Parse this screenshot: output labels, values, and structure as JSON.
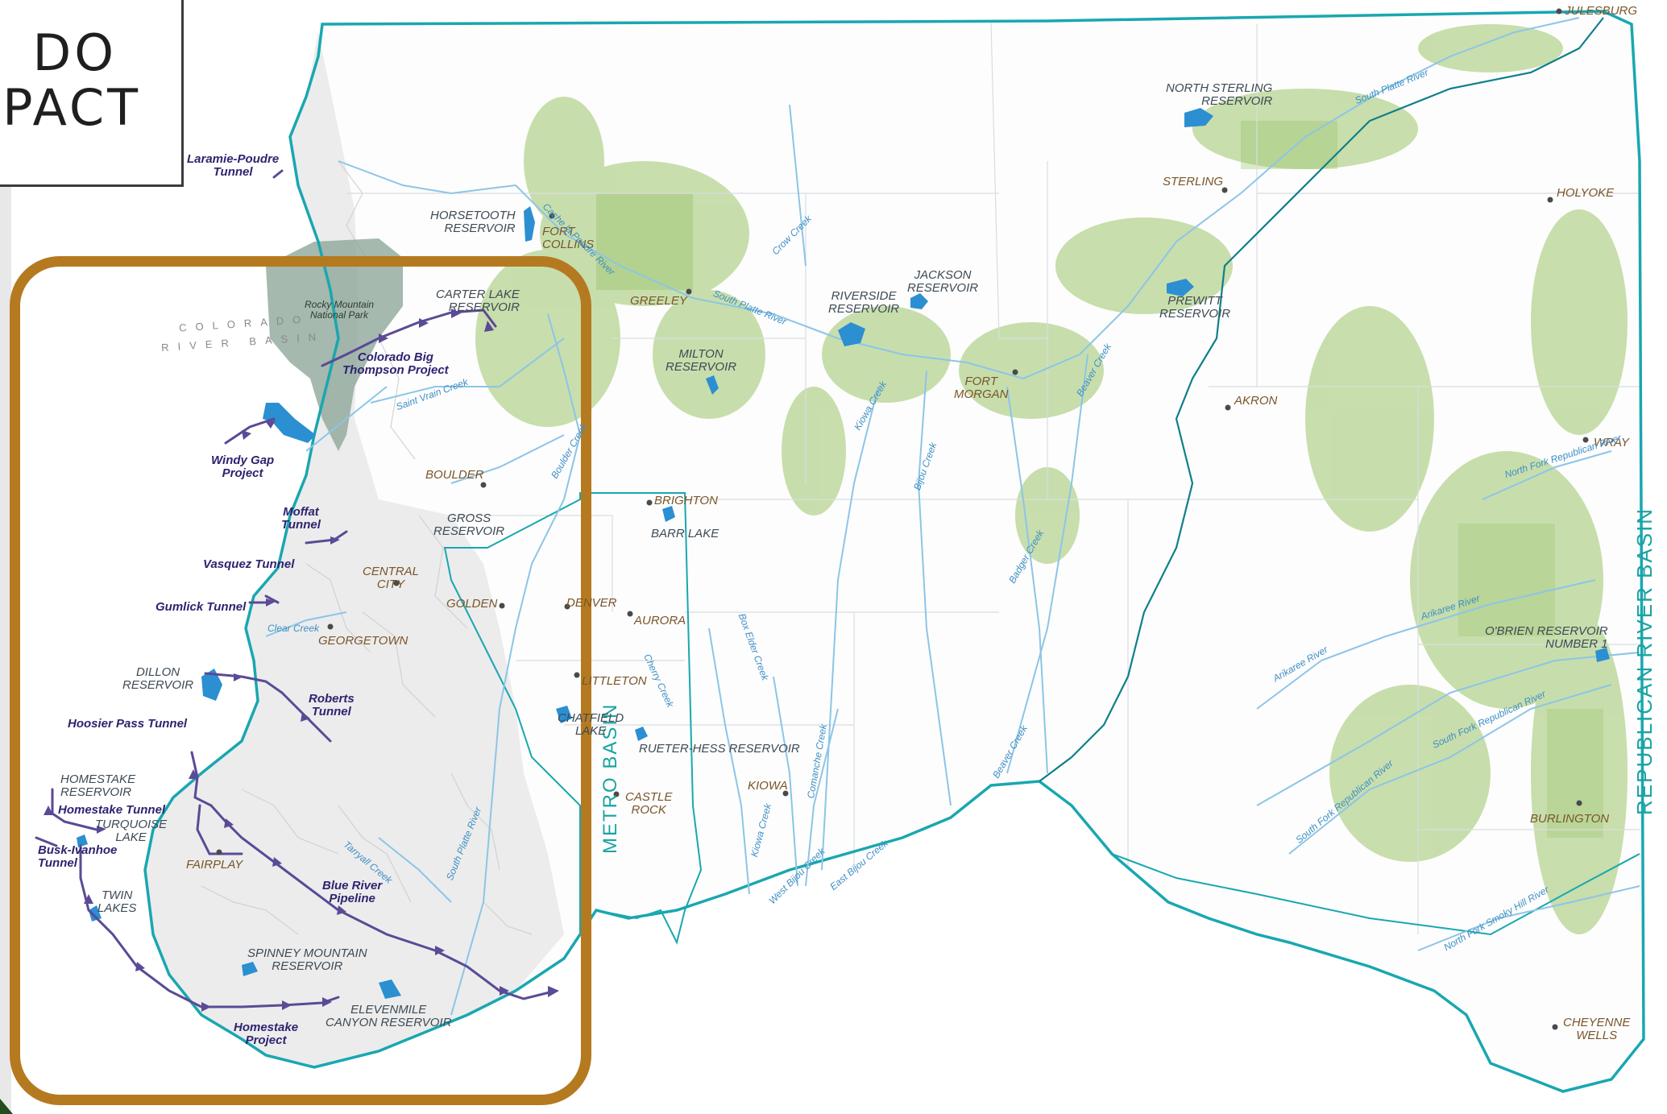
{
  "title": {
    "line1": "DO",
    "line2": "PACT"
  },
  "colors": {
    "basin_border": "#19a7b0",
    "project": "#5b4a96",
    "frame": "#b57a20",
    "irrigation": "#9cc56a",
    "water": "#2b8fd2",
    "park": "#8fa89a"
  },
  "labels": {
    "laramie": "Laramie-Poudre\nTunnel",
    "horsetooth": "HORSETOOTH\nRESERVOIR",
    "fort_collins": "FORT\nCOLLINS",
    "carter": "CARTER LAKE\nRESERVOIR",
    "park": "Rocky Mountain\nNational Park",
    "crb1": "COLORADO",
    "crb2": "RIVER BASIN",
    "cbt": "Colorado Big\nThompson Project",
    "windy": "Windy Gap\nProject",
    "boulder": "BOULDER",
    "moffat": "Moffat\nTunnel",
    "gross": "GROSS\nRESERVOIR",
    "vasquez": "Vasquez Tunnel",
    "central": "CENTRAL\nCITY",
    "gumlick": "Gumlick Tunnel",
    "golden": "GOLDEN",
    "denver": "DENVER",
    "aurora": "AURORA",
    "georgetown": "GEORGETOWN",
    "dillon": "DILLON\nRESERVOIR",
    "roberts": "Roberts\nTunnel",
    "littleton": "LITTLETON",
    "chatfield": "CHATFIELD\nLAKE",
    "hoosier": "Hoosier Pass Tunnel",
    "rueter": "RUETER-HESS RESERVOIR",
    "homestake_res": "HOMESTAKE\nRESERVOIR",
    "homestake_tun": "Homestake Tunnel",
    "turquoise": "TURQUOISE\nLAKE",
    "busk": "Busk-Ivanhoe\nTunnel",
    "castle": "CASTLE\nROCK",
    "kiowa_town": "KIOWA",
    "fairplay": "FAIRPLAY",
    "twin": "TWIN\nLAKES",
    "blue_river": "Blue River\nPipeline",
    "spinney": "SPINNEY MOUNTAIN\nRESERVOIR",
    "elevenmile": "ELEVENMILE\nCANYON RESERVOIR",
    "homestake_proj": "Homestake\nProject",
    "brighton": "BRIGHTON",
    "barr": "BARR LAKE",
    "greeley": "GREELEY",
    "milton": "MILTON\nRESERVOIR",
    "riverside": "RIVERSIDE\nRESERVOIR",
    "jackson": "JACKSON\nRESERVOIR",
    "fort_morgan": "FORT\nMORGAN",
    "north_sterling": "NORTH STERLING\nRESERVOIR",
    "sterling": "STERLING",
    "prewitt": "PREWITT\nRESERVOIR",
    "julesburg": "JULESBURG",
    "holyoke": "HOLYOKE",
    "akron": "AKRON",
    "wray": "WRAY",
    "obrien": "O'BRIEN RESERVOIR\nNUMBER 1",
    "burlington": "BURLINGTON",
    "cheyenne": "CHEYENNE\nWELLS",
    "metro_basin": "METRO BASIN",
    "republican_basin": "REPUBLICAN RIVER BASIN",
    "r_cache": "Cache la Poudre River",
    "r_southplatte1": "South Platte River",
    "r_southplatte2": "South Platte River",
    "r_southplatte3": "South Platte River",
    "r_crow": "Crow Creek",
    "r_kiowa": "Kiowa Creek",
    "r_bijou": "Bijou Creek",
    "r_beaver": "Beaver Creek",
    "r_badger": "Badger Creek",
    "r_boxelder": "Box Elder Creek",
    "r_cherry": "Cherry Creek",
    "r_comanche": "Comanche Creek",
    "r_westbijou": "West Bijou Creek",
    "r_eastbijou": "East Bijou Creek",
    "r_kiowa2": "Kiowa Creek",
    "r_beaver2": "Beaver Creek",
    "r_arikaree1": "Arikaree River",
    "r_arikaree2": "Arikaree River",
    "r_nfrepublican": "North Fork Republican River",
    "r_sfrepublican1": "South Fork Republican River",
    "r_sfrepublican2": "South Fork Republican River",
    "r_smokyhill": "North Fork Smoky Hill River",
    "r_clear": "Clear Creek",
    "r_tarryall": "Tarryall Creek",
    "r_stvrain": "Saint Vrain Creek",
    "r_boulder": "Boulder Creek"
  }
}
